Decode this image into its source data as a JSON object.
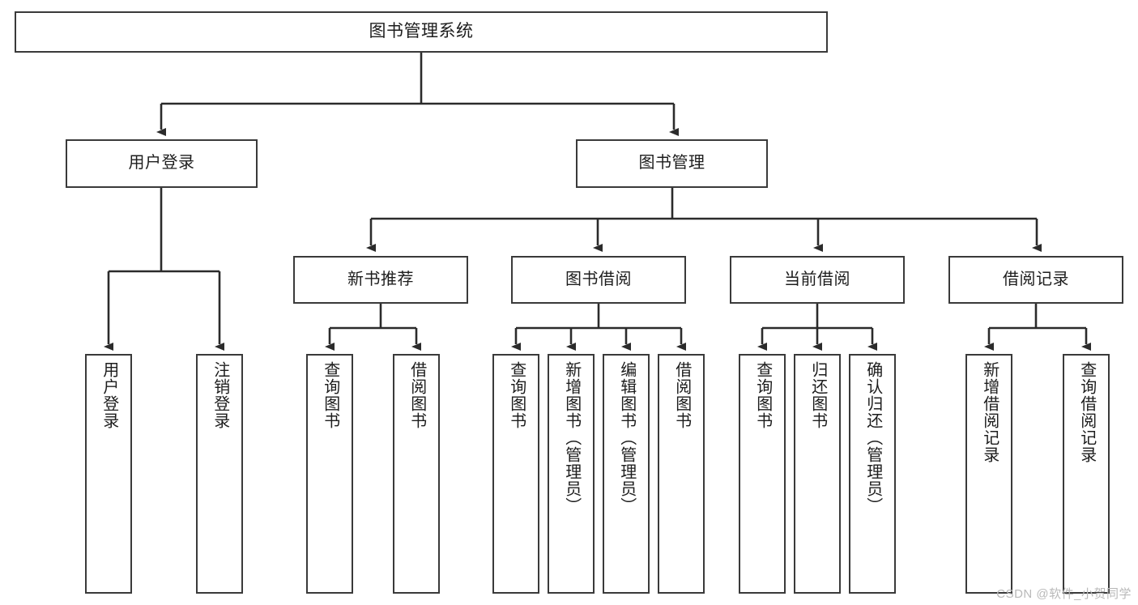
{
  "diagram": {
    "type": "tree",
    "title": "图书管理系统",
    "root": {
      "label": "图书管理系统"
    },
    "level2": [
      {
        "label": "用户登录"
      },
      {
        "label": "图书管理"
      }
    ],
    "level3": [
      {
        "label": "新书推荐"
      },
      {
        "label": "图书借阅"
      },
      {
        "label": "当前借阅"
      },
      {
        "label": "借阅记录"
      }
    ],
    "leaves": [
      {
        "label": "用户登录"
      },
      {
        "label": "注销登录"
      },
      {
        "label": "查询图书"
      },
      {
        "label": "借阅图书"
      },
      {
        "label": "查询图书"
      },
      {
        "label": "新增图书（管理员）"
      },
      {
        "label": "编辑图书（管理员）"
      },
      {
        "label": "借阅图书"
      },
      {
        "label": "查询图书"
      },
      {
        "label": "归还图书"
      },
      {
        "label": "确认归还（管理员）"
      },
      {
        "label": "新增借阅记录"
      },
      {
        "label": "查询借阅记录"
      }
    ],
    "colors": {
      "border": "#3a3a3a",
      "connector": "#2b2b2b",
      "background": "#ffffff",
      "text": "#1d1d1d",
      "watermark": "#b9b9b9"
    }
  },
  "watermark": {
    "text": "CSDN @软件_小贺同学"
  }
}
